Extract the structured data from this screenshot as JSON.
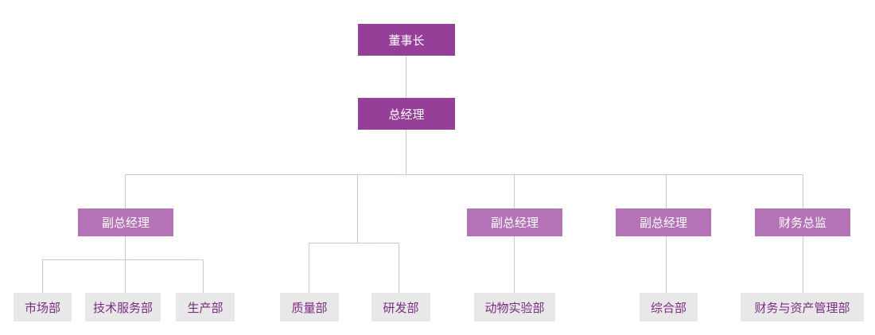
{
  "colors": {
    "top_fill": "#953f98",
    "mid_fill": "#b473b6",
    "leaf_fill": "#e8e8e8",
    "leaf_text": "#7b2c82",
    "connector": "#c3ccd6"
  },
  "chairman": {
    "label": "董事长"
  },
  "general_manager": {
    "label": "总经理"
  },
  "executives": [
    {
      "label": "副总经理",
      "departments": [
        {
          "label": "市场部"
        },
        {
          "label": "技术服务部"
        },
        {
          "label": "生产部"
        }
      ]
    },
    {
      "label": "",
      "departments": [
        {
          "label": "质量部"
        },
        {
          "label": "研发部"
        }
      ]
    },
    {
      "label": "副总经理",
      "departments": [
        {
          "label": "动物实验部"
        }
      ]
    },
    {
      "label": "副总经理",
      "departments": [
        {
          "label": "综合部"
        }
      ]
    },
    {
      "label": "财务总监",
      "departments": [
        {
          "label": "财务与资产管理部"
        }
      ]
    }
  ]
}
